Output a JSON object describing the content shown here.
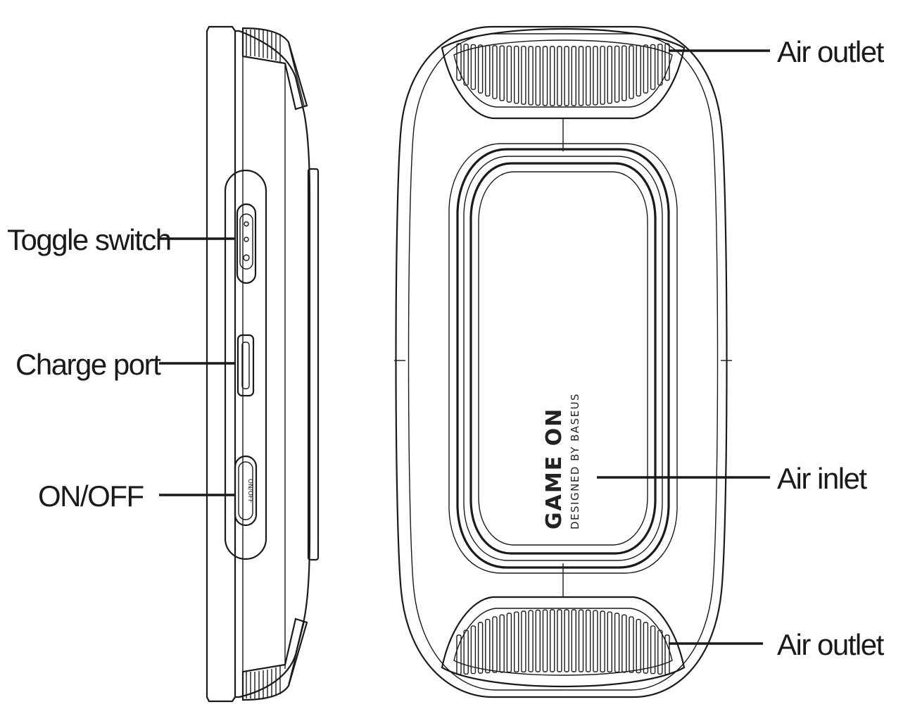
{
  "labels": {
    "toggle_switch": "Toggle switch",
    "charge_port": "Charge port",
    "on_off": "ON/OFF",
    "air_outlet_top": "Air outlet",
    "air_inlet": "Air inlet",
    "air_outlet_bottom": "Air outlet"
  },
  "brand": {
    "name": "GAME ON",
    "tagline": "DESIGNED BY BASEUS"
  },
  "button_text": "ON/OFF",
  "colors": {
    "line": "#1a1a1a",
    "background": "#ffffff"
  }
}
